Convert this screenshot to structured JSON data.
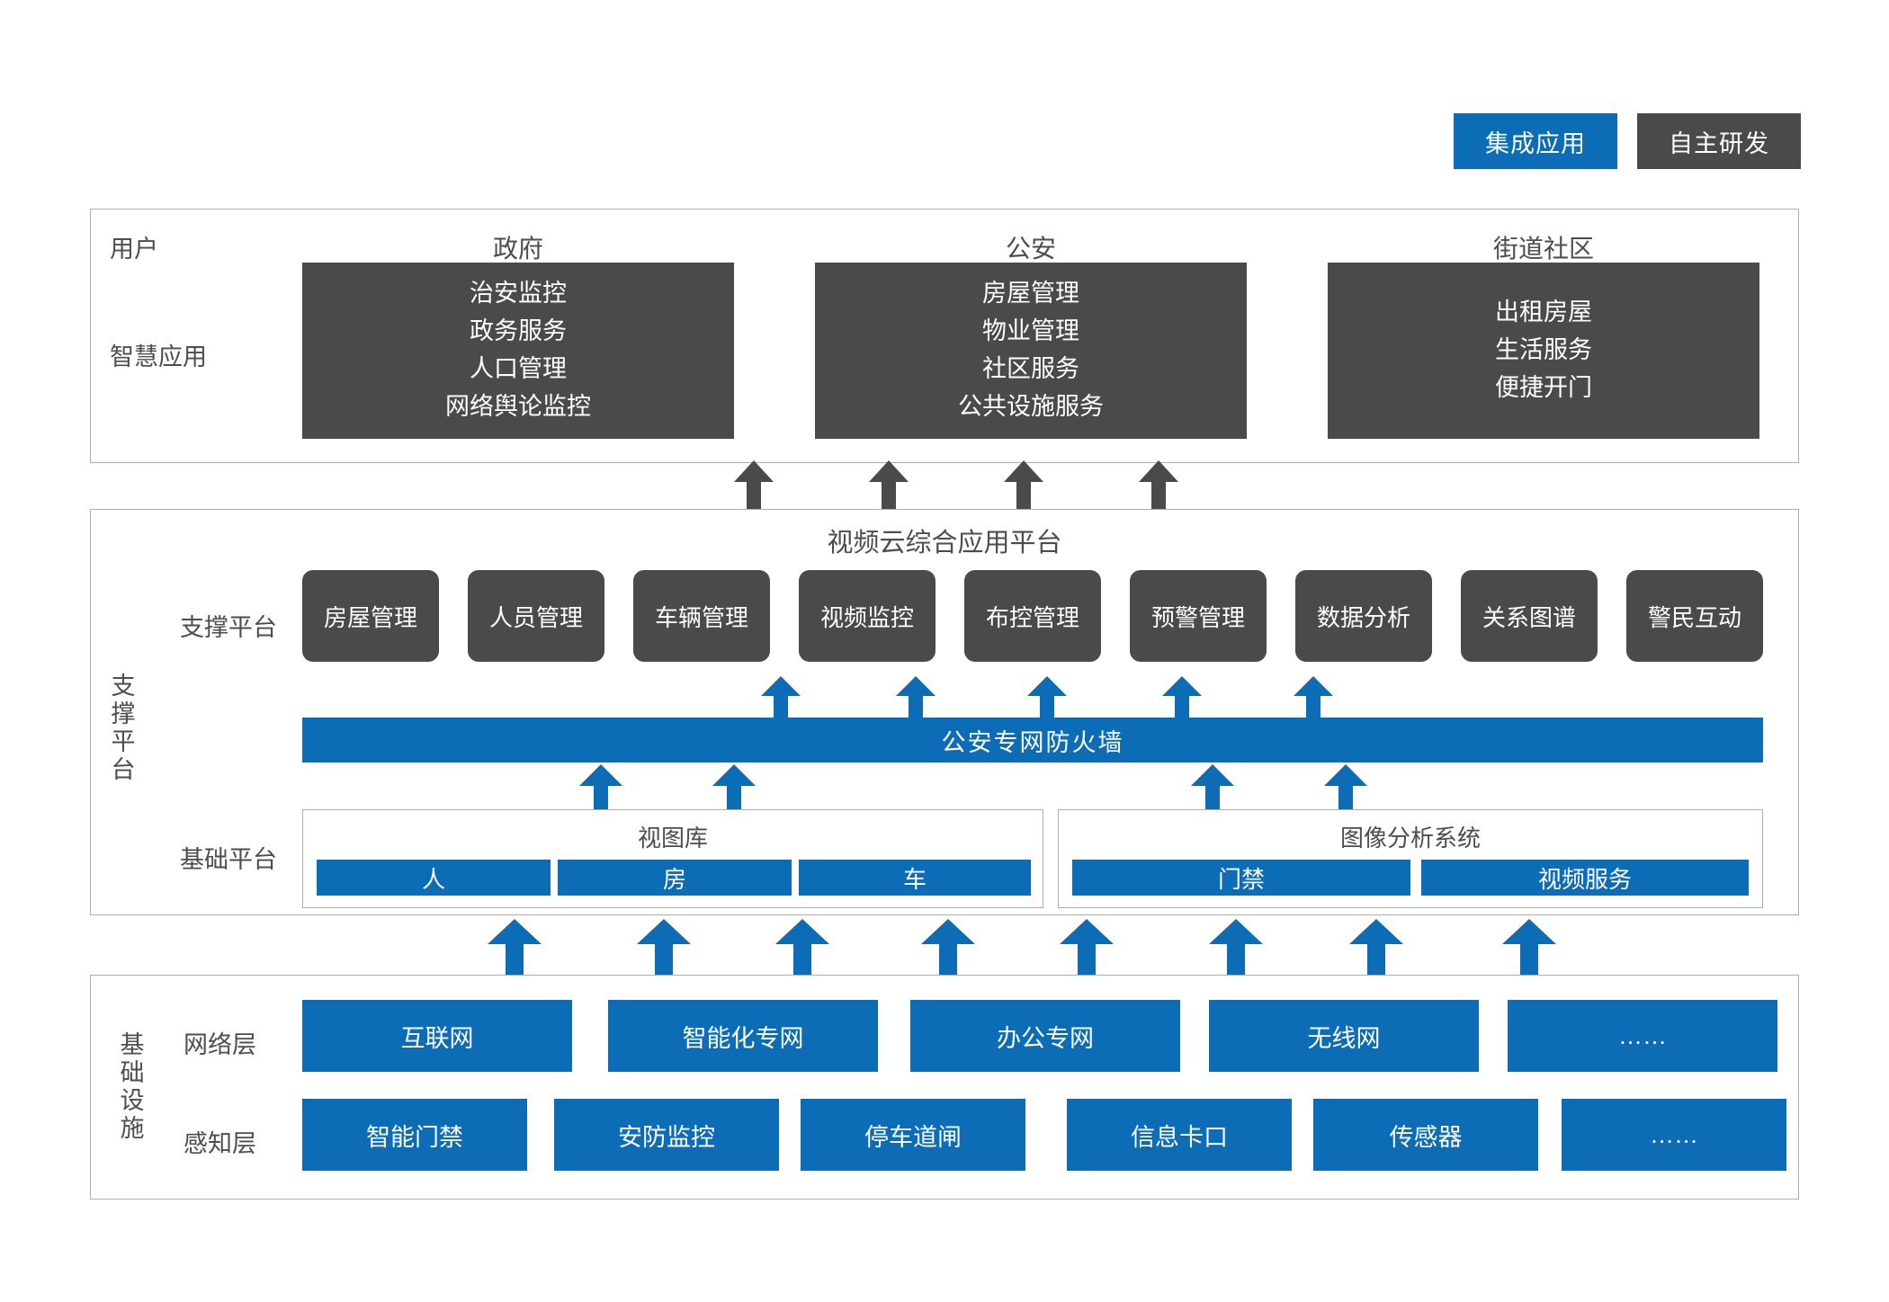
{
  "legend": {
    "items": [
      {
        "label": "集成应用",
        "color": "#0D6CB6",
        "style": "blue"
      },
      {
        "label": "自主研发",
        "color": "#4A4A4A",
        "style": "gray"
      }
    ]
  },
  "colors": {
    "blue": "#0D6CB6",
    "dark_gray": "#4A4A4A",
    "panel_border": "#AFAFAF",
    "text_gray": "#4D4D4D",
    "background": "#FFFFFF"
  },
  "application_layer": {
    "row_labels": [
      "用户",
      "智慧应用"
    ],
    "columns": [
      {
        "title": "政府",
        "items": [
          "治安监控",
          "政务服务",
          "人口管理",
          "网络舆论监控"
        ]
      },
      {
        "title": "公安",
        "items": [
          "房屋管理",
          "物业管理",
          "社区服务",
          "公共设施服务"
        ]
      },
      {
        "title": "街道社区",
        "items": [
          "出租房屋",
          "生活服务",
          "便捷开门"
        ]
      }
    ]
  },
  "platform_layer": {
    "side_label": "支撑平台",
    "title": "视频云综合应用平台",
    "support_row_label": "支撑平台",
    "support_items": [
      "房屋管理",
      "人员管理",
      "车辆管理",
      "视频监控",
      "布控管理",
      "预警管理",
      "数据分析",
      "关系图谱",
      "警民互动"
    ],
    "firewall_label": "公安专网防火墙",
    "base_row_label": "基础平台",
    "base_groups": [
      {
        "title": "视图库",
        "items": [
          "人",
          "房",
          "车"
        ]
      },
      {
        "title": "图像分析系统",
        "items": [
          "门禁",
          "视频服务"
        ]
      }
    ]
  },
  "infrastructure_layer": {
    "side_label": "基础设施",
    "rows": [
      {
        "label": "网络层",
        "items": [
          "互联网",
          "智能化专网",
          "办公专网",
          "无线网",
          "……"
        ]
      },
      {
        "label": "感知层",
        "items": [
          "智能门禁",
          "安防监控",
          "停车道闸",
          "信息卡口",
          "传感器",
          "……"
        ]
      }
    ]
  }
}
